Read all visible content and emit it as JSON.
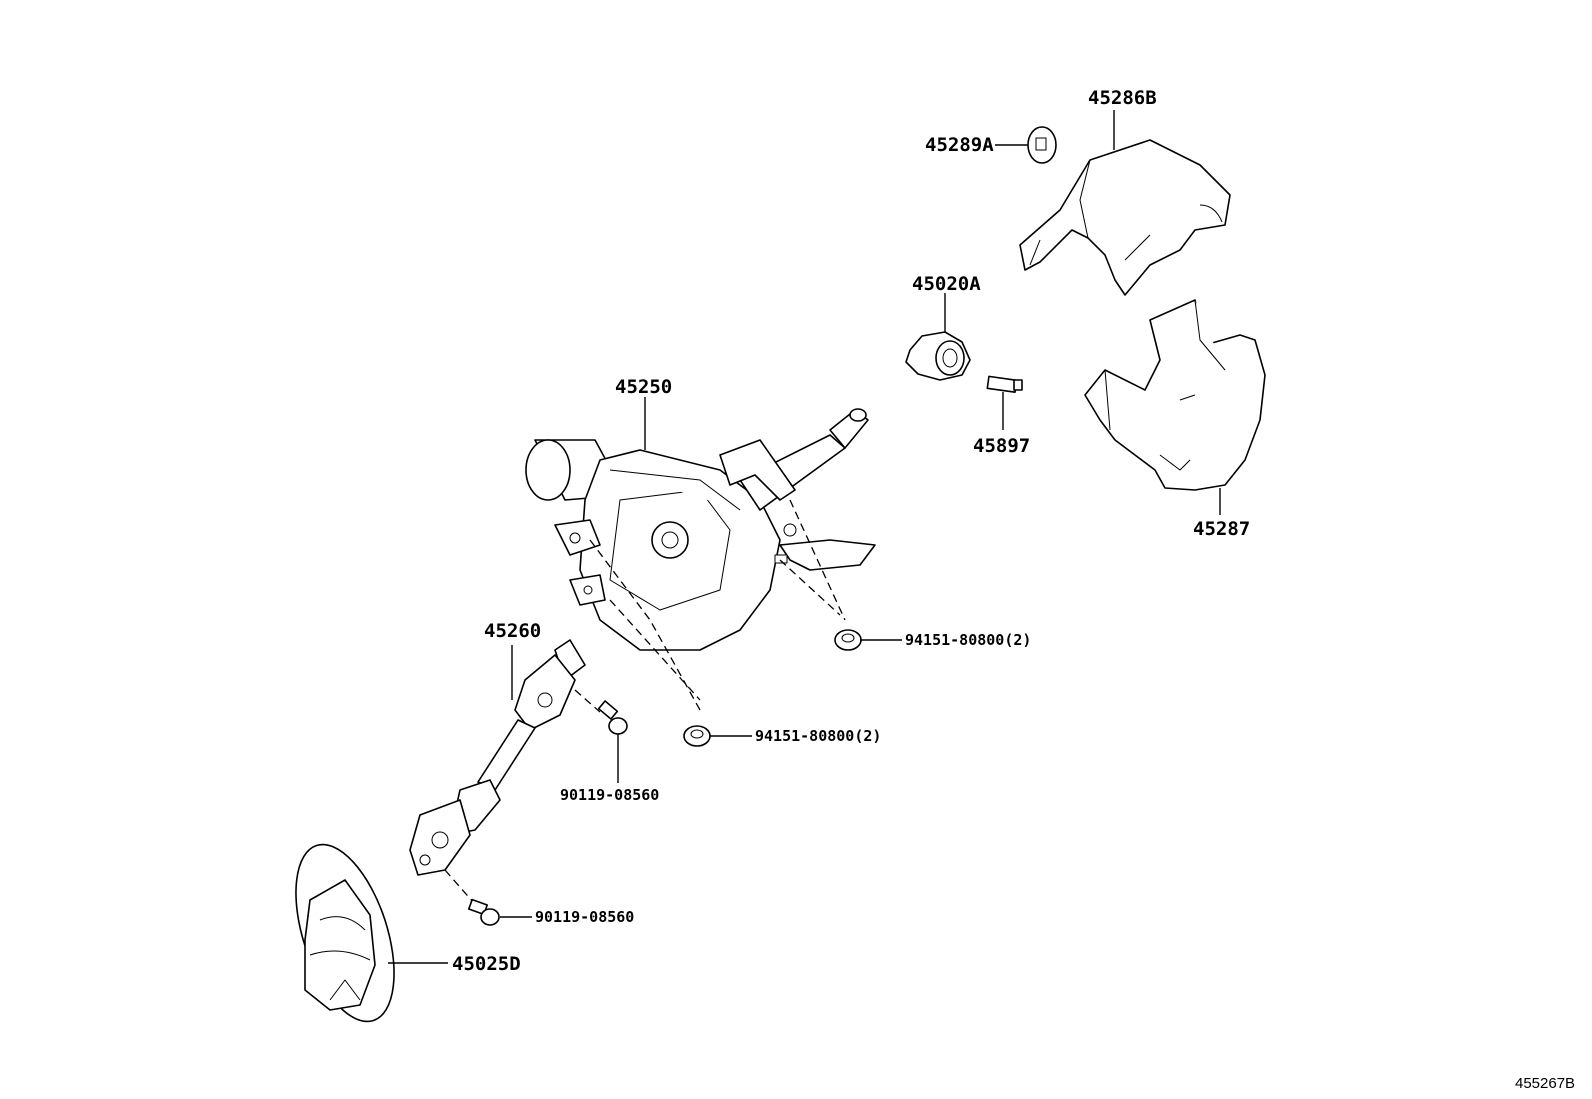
{
  "diagram": {
    "labels": {
      "cover_upper": "45286B",
      "clip": "45289A",
      "ignition_lock": "45020A",
      "key_cylinder_pin": "45897",
      "cover_lower": "45287",
      "column_assembly": "45250",
      "nut_right": "94151-80800(2)",
      "nut_lower": "94151-80800(2)",
      "intermediate_shaft": "45260",
      "bolt_upper": "90119-08560",
      "bolt_lower": "90119-08560",
      "boot": "45025D"
    },
    "illustration_id": "455267B"
  }
}
